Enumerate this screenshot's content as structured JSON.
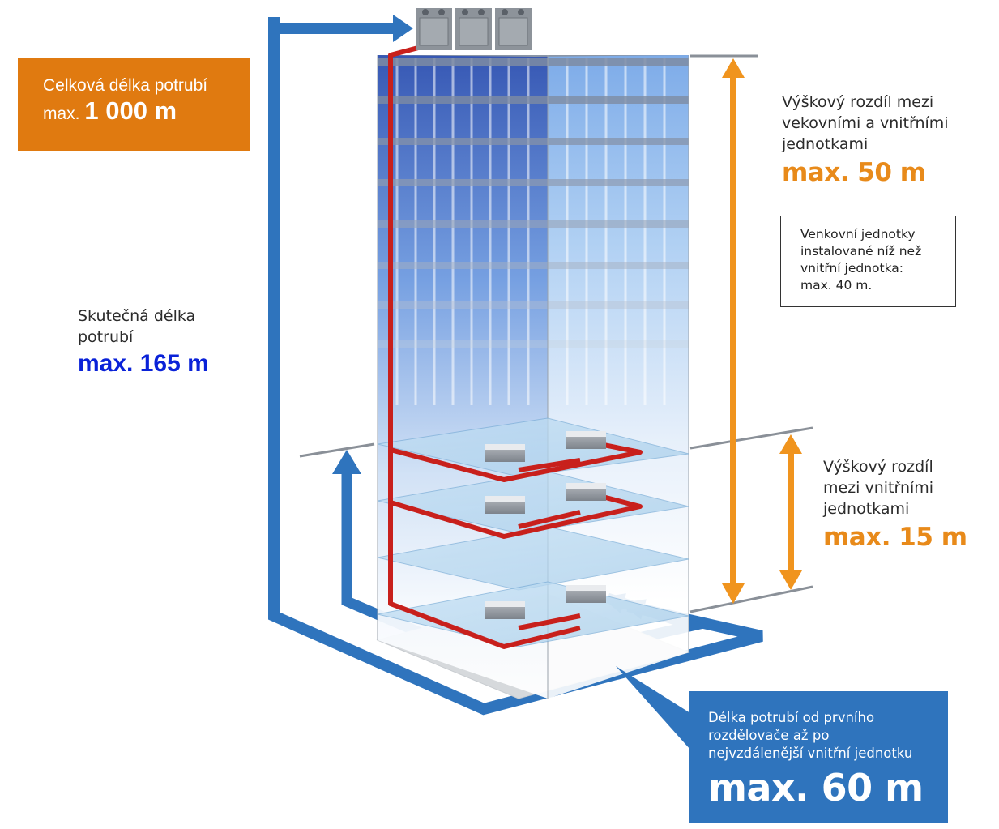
{
  "total_length": {
    "label": "Celková délka potrubí",
    "prefix": "max.",
    "value": "1 000 m"
  },
  "actual_length": {
    "label_line1": "Skutečná délka",
    "label_line2": "potrubí",
    "value": "max. 165 m"
  },
  "height_outdoor_indoor": {
    "line1": "Výškový rozdíl mezi",
    "line2": "vekovními a vnitřními",
    "line3": "jednotkami",
    "value": "max. 50 m"
  },
  "note": {
    "line1": "Venkovní jednotky",
    "line2": "instalované níž než",
    "line3": "vnitřní jednotka:",
    "line4": "max. 40 m."
  },
  "height_indoor_indoor": {
    "line1": "Výškový rozdíl",
    "line2": "mezi vnitřními",
    "line3": "jednotkami",
    "value": "max. 15 m"
  },
  "branch_length": {
    "line1": "Délka potrubí od prvního",
    "line2": "rozdělovače až po",
    "line3": "nejvzdálenější vnitřní jednotku",
    "value": "max. 60 m"
  },
  "colors": {
    "orange": "#e07a10",
    "blue_pipe": "#2f74bd",
    "blue_text": "#0a22d8",
    "red_pipe": "#c8201c",
    "arrow_orange": "#f0941e"
  }
}
